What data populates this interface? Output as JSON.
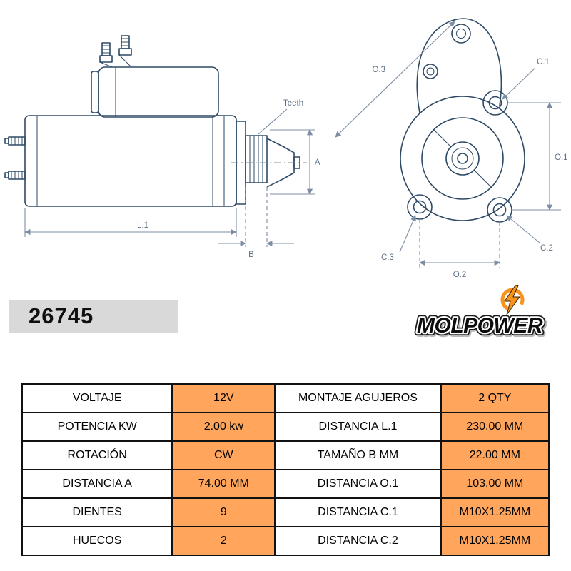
{
  "part_number": "26745",
  "brand": "MOLPOWER",
  "colors": {
    "drawing-line": "#2e4a66",
    "dim-line": "#7d8ea4",
    "dim-text": "#5f7186",
    "part-box-bg": "#d9d9d9",
    "table-value-bg": "#ffa55c",
    "table-border": "#111111",
    "logo-orange": "#f7941d"
  },
  "diagram": {
    "side_view": {
      "teeth": "Teeth",
      "a": "A",
      "l1": "L.1",
      "b": "B"
    },
    "front_view": {
      "o3": "O.3",
      "c1": "C.1",
      "o1": "O.1",
      "c2": "C.2",
      "c3": "C.3",
      "o2": "O.2"
    }
  },
  "table": {
    "rows": [
      {
        "param1": "VOLTAJE",
        "value1": "12V",
        "param2": "MONTAJE AGUJEROS",
        "value2": "2 QTY"
      },
      {
        "param1": "POTENCIA KW",
        "value1": "2.00 kw",
        "param2": "DISTANCIA L.1",
        "value2": "230.00 MM"
      },
      {
        "param1": "ROTACIÓN",
        "value1": "CW",
        "param2": "TAMAÑO B MM",
        "value2": "22.00 MM"
      },
      {
        "param1": "DISTANCIA A",
        "value1": "74.00 MM",
        "param2": "DISTANCIA O.1",
        "value2": "103.00 MM"
      },
      {
        "param1": "DIENTES",
        "value1": "9",
        "param2": "DISTANCIA C.1",
        "value2": "M10X1.25MM"
      },
      {
        "param1": "HUECOS",
        "value1": "2",
        "param2": "DISTANCIA C.2",
        "value2": "M10X1.25MM"
      }
    ]
  }
}
